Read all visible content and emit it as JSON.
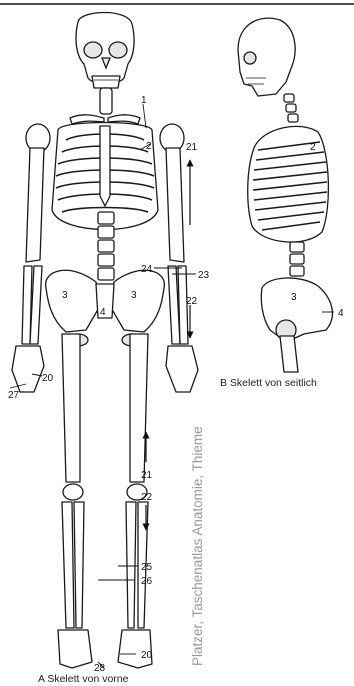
{
  "top_rule": true,
  "credit": "Platzer, Taschenatlas Anatomie, Thieme",
  "captions": {
    "front": "A  Skelett von vorne",
    "side": "B  Skelett von seitlich"
  },
  "labels": {
    "l1": "1",
    "l2": "2",
    "l3a": "3",
    "l3b": "3",
    "l4": "4",
    "l20a": "20",
    "l27": "27",
    "l21a": "21",
    "l22a": "22",
    "l23": "23",
    "l24": "24",
    "l21b": "21",
    "l22b": "22",
    "l25": "25",
    "l26": "26",
    "l20b": "20",
    "l28": "28",
    "side2": "2",
    "side3": "3",
    "side4": "4"
  }
}
